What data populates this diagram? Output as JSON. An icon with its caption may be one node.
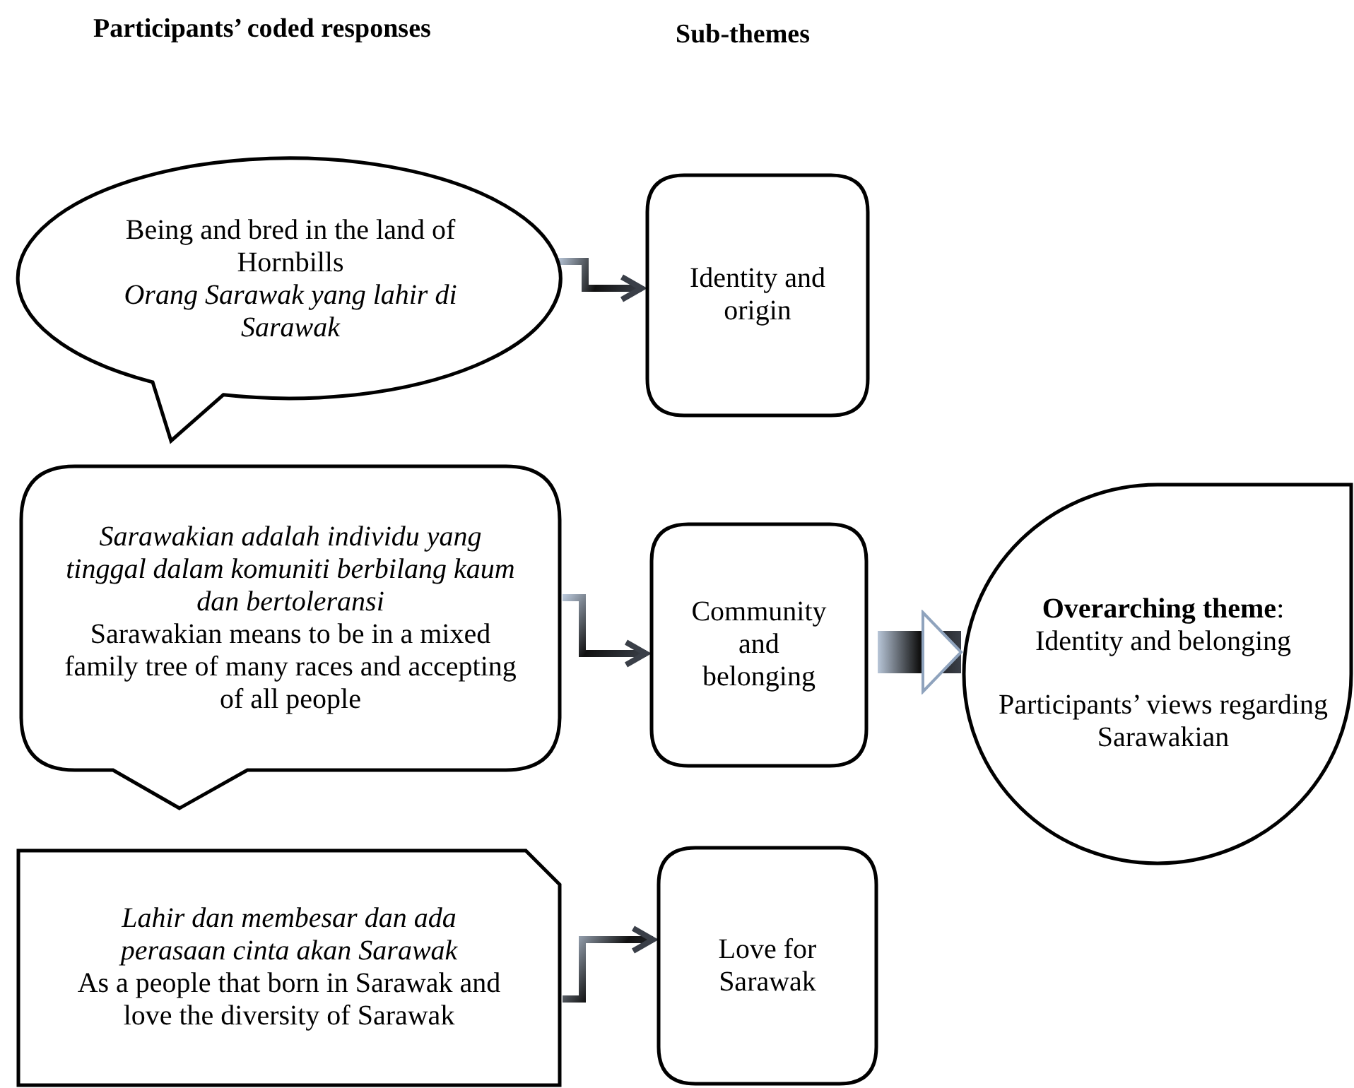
{
  "diagram": {
    "nodes": [
      {
        "text": [
          "Being and bred in the land of Hornbills",
          "Orang Sarawak yang lahir di Sarawak"
        ]
      },
      {
        "text": [
          "Identity and origin"
        ]
      },
      {
        "text": [
          "Sarawakian adalah individu yang tinggal dalam komuniti berbilang kaum dan bertoleransi",
          "Sarawakian means to be in a mixed family tree of many races and accepting of all people"
        ]
      },
      {
        "text": [
          "Community and belonging"
        ]
      },
      {
        "text": [
          "**Overarching theme**: Identity and belonging",
          "Participants’ views regarding Sarawakian"
        ]
      },
      {
        "text": [
          "Lahir dan membesar dan ada perasaan cinta akan Sarawak",
          "As a people that born in Sarawak and love the diversity of Sarawak"
        ]
      },
      {
        "text": [
          "Love for Sarawak"
        ]
      }
    ],
    "edges": [
      {
        "from": 0,
        "to": 1,
        "arrow": "to"
      },
      {
        "from": 2,
        "to": 3,
        "arrow": "to"
      },
      {
        "from": 3,
        "to": 4,
        "arrow": "to",
        "style": "thick"
      },
      {
        "from": 5,
        "to": 6,
        "arrow": "to"
      }
    ],
    "labels": [
      "Participants’ coded responses",
      "Sub-themes"
    ]
  }
}
